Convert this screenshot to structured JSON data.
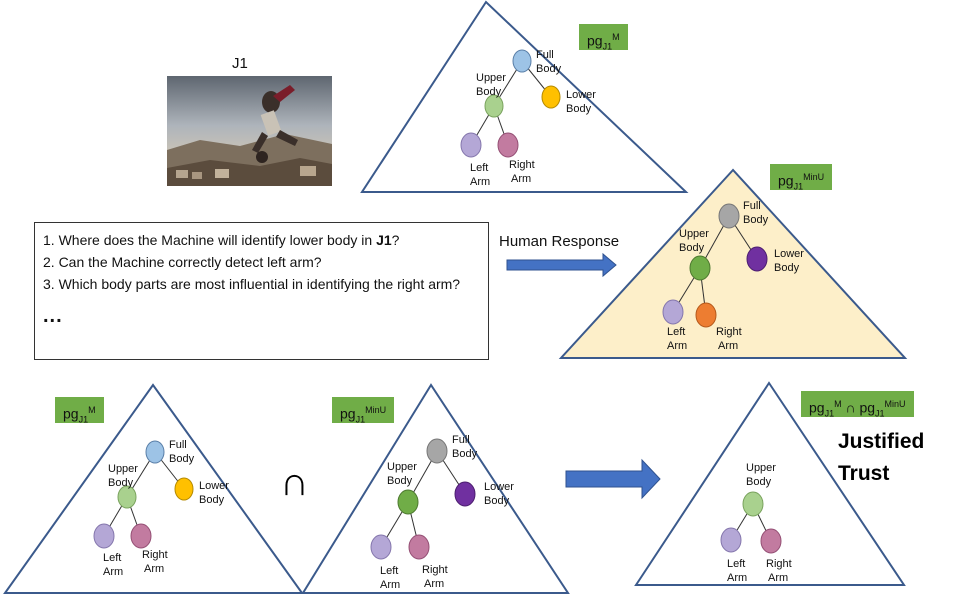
{
  "image_label": "J1",
  "questions": [
    "1. Where does the Machine will identify lower body in ",
    "2. Can the Machine correctly detect left arm?",
    "3. Which body parts are most influential in identifying the right arm?"
  ],
  "question1_bold": "J1",
  "question1_end": "?",
  "ellipsis": "...",
  "human_response": "Human Response",
  "intersection_symbol": "∩",
  "justified_trust": [
    "Justified",
    "Trust"
  ],
  "badges": {
    "pg": "pg",
    "sub": "J1",
    "machine_sup": "M",
    "human_sup": "MinU",
    "intersect": "∩"
  },
  "node_labels": {
    "full_body": [
      "Full",
      "Body"
    ],
    "upper_body": [
      "Upper",
      "Body"
    ],
    "lower_body": [
      "Lower",
      "Body"
    ],
    "left_arm": [
      "Left",
      "Arm"
    ],
    "right_arm": [
      "Right",
      "Arm"
    ]
  },
  "colors": {
    "badge_green": "#70ad47",
    "triangle_stroke": "#3b5a8c",
    "human_fill": "#fdefc9",
    "arrow_blue": "#4472c4",
    "full_body_machine": "#9dc3e6",
    "full_body_human": "#a6a6a6",
    "upper_body_machine": "#a9d18e",
    "upper_body_human": "#70ad47",
    "lower_body_machine": "#ffc000",
    "lower_body_human": "#7030a0",
    "left_arm": "#b4a7d6",
    "right_arm_machine": "#c27ba0",
    "right_arm_human": "#ed7d31"
  }
}
